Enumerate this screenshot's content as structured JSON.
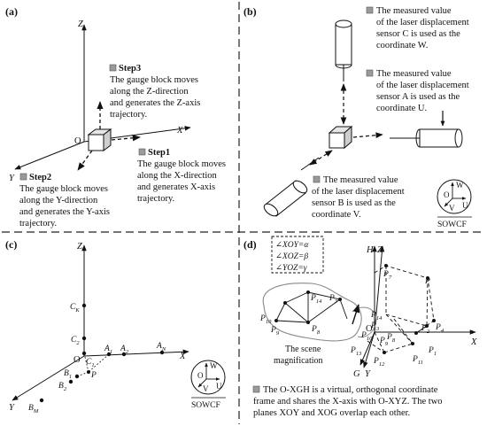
{
  "panels": {
    "a": {
      "label": "(a)",
      "axes": {
        "x": "X",
        "y": "Y",
        "z": "Z",
        "origin": "O"
      },
      "steps": [
        {
          "title": "Step3",
          "lines": [
            "The gauge block moves",
            "along the Z-direction",
            "and generates the Z-axis",
            "trajectory."
          ]
        },
        {
          "title": "Step1",
          "lines": [
            "The gauge block moves",
            "along the X-direction",
            "and generates X-axis",
            "trajectory."
          ]
        },
        {
          "title": "Step2",
          "lines": [
            "The gauge block moves",
            "along the Y-direction",
            "and generates the Y-axis",
            "trajectory."
          ]
        }
      ]
    },
    "b": {
      "label": "(b)",
      "notes": [
        {
          "lines": [
            "The measured value",
            "of the laser displacement",
            "sensor C is used as the",
            "coordinate W."
          ]
        },
        {
          "lines": [
            "The measured value",
            "of the laser displacement",
            "sensor A is used as the",
            "coordinate U."
          ]
        },
        {
          "lines": [
            "The measured value",
            "of the laser displacement",
            "sensor B is used as the",
            "coordinate V."
          ]
        }
      ],
      "frame": {
        "w": "W",
        "u": "U",
        "v": "V",
        "o": "O",
        "caption": "SOWCF"
      }
    },
    "c": {
      "label": "(c)",
      "axes": {
        "x": "X",
        "y": "Y",
        "z": "Z",
        "origin": "O"
      },
      "points": {
        "ck": "C",
        "ck_sub": "K",
        "c2": "C",
        "c2_sub": "2",
        "c1": "C",
        "c1_sub": "1",
        "a1": "A",
        "a1_sub": "1",
        "a2": "A",
        "a2_sub": "2",
        "an": "A",
        "an_sub": "N",
        "b1": "B",
        "b1_sub": "1",
        "b2": "B",
        "b2_sub": "2",
        "bm": "B",
        "bm_sub": "M",
        "p": "P"
      },
      "frame": {
        "w": "W",
        "u": "U",
        "v": "V",
        "o": "O",
        "caption": "SOWCF"
      }
    },
    "d": {
      "label": "(d)",
      "angles": [
        "∠XOY=α",
        "∠XOZ=β",
        "∠YOZ=γ"
      ],
      "axes": {
        "x": "X",
        "g": "G",
        "y": "Y",
        "h": "H",
        "z": "Z",
        "origin": "O"
      },
      "points": [
        "P",
        "P7",
        "P14",
        "P3",
        "P10",
        "P9",
        "P8",
        "P2",
        "P4",
        "P1",
        "P11",
        "P12",
        "P13"
      ],
      "magnification": [
        "The scene",
        "magnification"
      ],
      "note": [
        "The O-XGH is a virtual, orthogonal coordinate",
        "frame and shares the X-axis with O-XYZ. The two",
        "planes XOY and XOG overlap each other."
      ]
    }
  }
}
